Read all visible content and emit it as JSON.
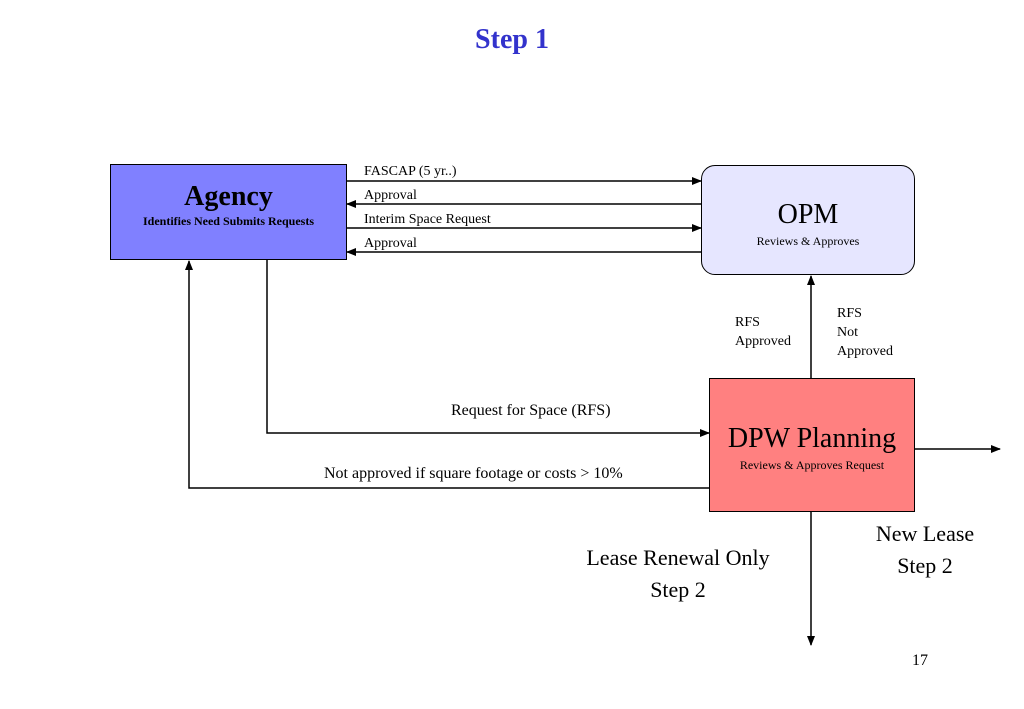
{
  "title": "Step 1",
  "agency": {
    "name": "Agency",
    "subtitle": "Identifies Need Submits Requests"
  },
  "opm": {
    "name": "OPM",
    "subtitle": "Reviews & Approves"
  },
  "dpw": {
    "name": "DPW Planning",
    "subtitle": "Reviews & Approves Request"
  },
  "flows": {
    "fascap": "FASCAP (5 yr..)",
    "approval_1": "Approval",
    "interim": "Interim Space Request",
    "approval_2": "Approval",
    "rfs_approved": [
      "RFS",
      "Approved"
    ],
    "rfs_not_approved": [
      "RFS",
      "Not",
      "Approved"
    ],
    "request_for_space": "Request for Space (RFS)",
    "not_approved": "Not approved if square footage or costs > 10%",
    "lease_renewal": [
      "Lease Renewal Only",
      "Step 2"
    ],
    "new_lease": [
      "New Lease",
      "Step 2"
    ]
  },
  "page_number": "17"
}
